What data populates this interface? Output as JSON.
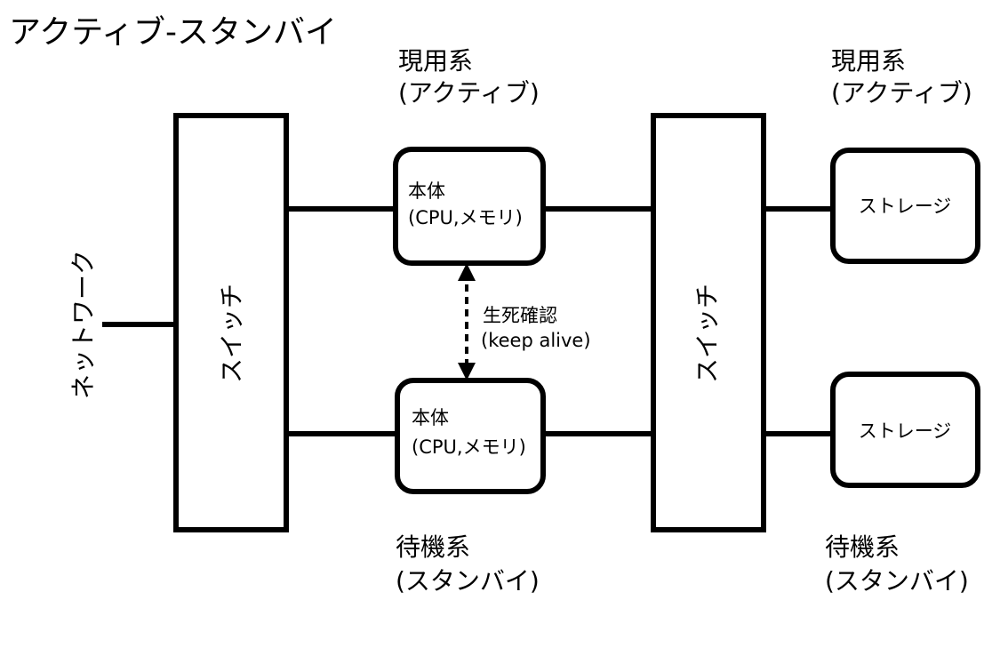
{
  "title": "アクティブ-スタンバイ",
  "network_label": "ネットワーク",
  "switch_label": "スイッチ",
  "active_label": {
    "line1": "現用系",
    "line2": "(アクティブ)"
  },
  "standby_label": {
    "line1": "待機系",
    "line2": "(スタンバイ)"
  },
  "server": {
    "line1": "本体",
    "line2": "(CPU,メモリ)"
  },
  "storage_label": "ストレージ",
  "heartbeat": {
    "line1": "生死確認",
    "line2": "(keep alive)"
  }
}
